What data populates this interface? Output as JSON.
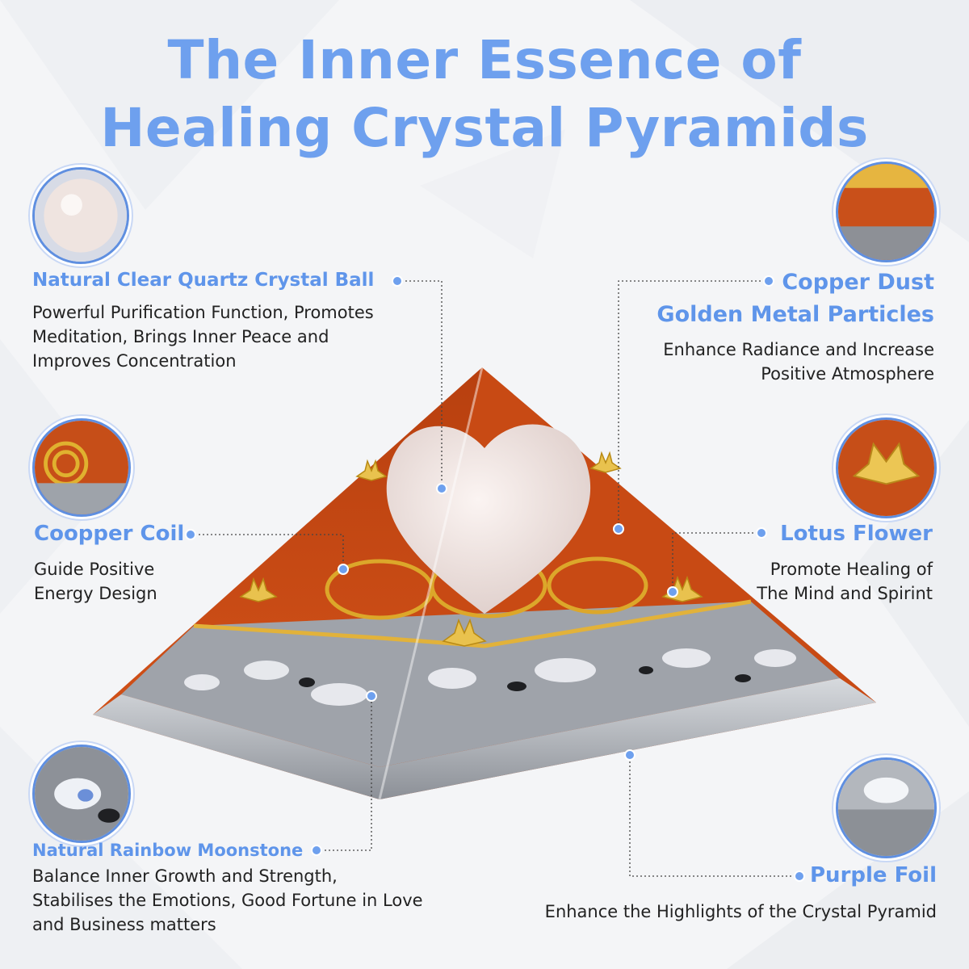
{
  "title": {
    "line1": "The Inner Essence of",
    "line2": "Healing Crystal Pyramids"
  },
  "callouts": {
    "quartz": {
      "heading": "Natural Clear Quartz Crystal Ball",
      "desc": [
        "Powerful Purification Function, Promotes",
        "Meditation, Brings Inner Peace and",
        "Improves Concentration"
      ]
    },
    "copper_dust": {
      "heading": [
        "Copper Dust",
        "Golden Metal Particles"
      ],
      "desc": [
        "Enhance Radiance and Increase",
        "Positive Atmosphere"
      ]
    },
    "coil": {
      "heading": "Coopper Coil",
      "desc": [
        "Guide Positive",
        "Energy Design"
      ]
    },
    "lotus": {
      "heading": "Lotus Flower",
      "desc": [
        "Promote Healing of",
        "The Mind and Spirint"
      ]
    },
    "moonstone": {
      "heading": "Natural Rainbow Moonstone",
      "desc": [
        "Balance Inner Growth and Strength,",
        "Stabilises the Emotions, Good Fortune in Love",
        "and Business matters"
      ]
    },
    "foil": {
      "heading": "Purple Foil",
      "desc": [
        "Enhance the Highlights of the Crystal Pyramid"
      ]
    }
  },
  "colors": {
    "accent": "#5f95ea",
    "title": "#6ea0ee",
    "copper": "#c2410f",
    "gold": "#d9a520",
    "silver": "#b9bcc2",
    "quartz": "#f2e6e4"
  },
  "icons": [
    "quartz-ball-thumb",
    "copper-dust-thumb",
    "copper-coil-thumb",
    "lotus-flower-thumb",
    "moonstone-thumb",
    "foil-thumb"
  ]
}
